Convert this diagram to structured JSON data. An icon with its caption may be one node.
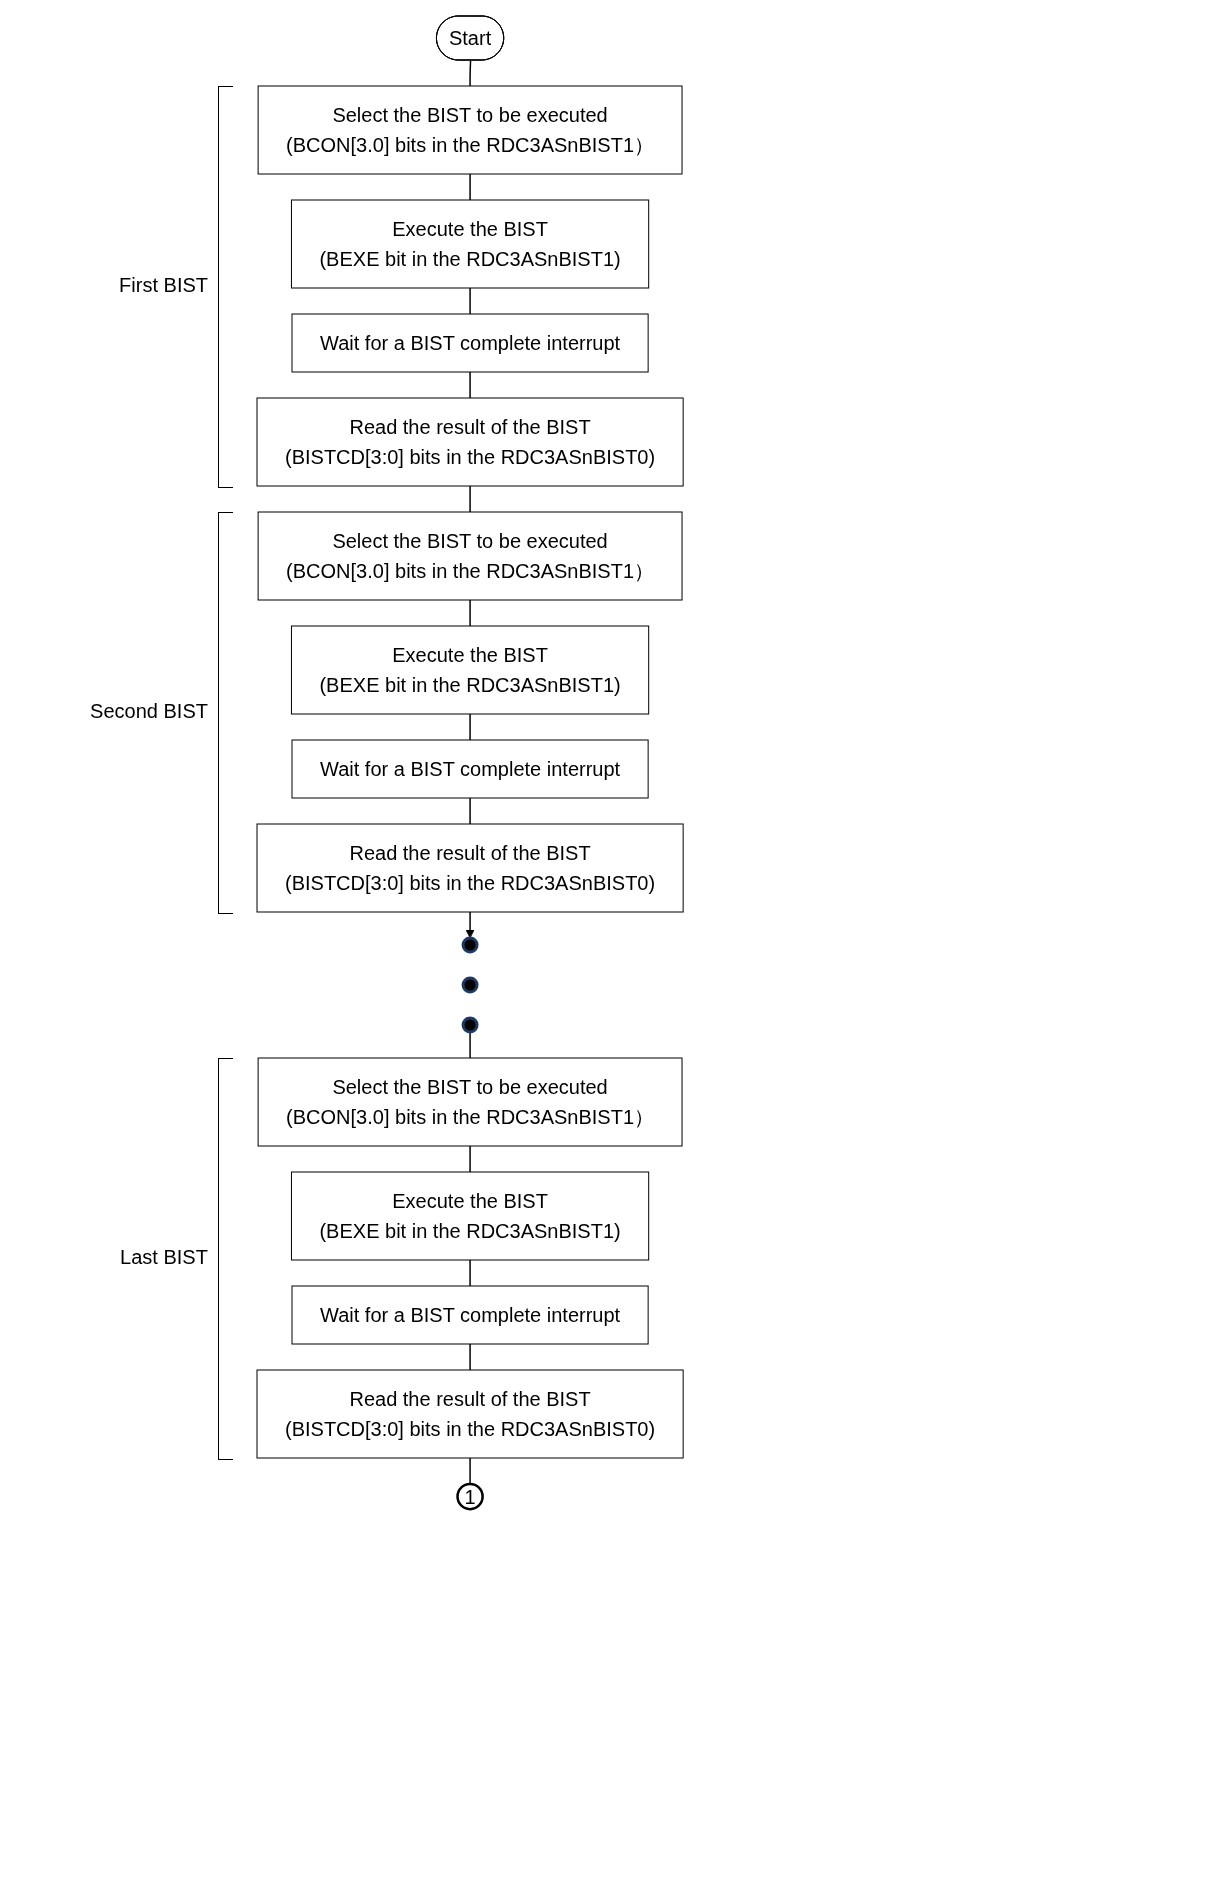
{
  "diagram": {
    "nodes": [
      {
        "text": [
          "Start"
        ]
      },
      {
        "text": [
          "Select the BIST to be executed",
          "(BCON[3.0] bits in the RDC3ASnBIST1）"
        ]
      },
      {
        "text": [
          "Execute the BIST",
          "(BEXE bit in the RDC3ASnBIST1)"
        ]
      },
      {
        "text": [
          "Wait for a BIST complete interrupt"
        ]
      },
      {
        "text": [
          "Read the result of the BIST",
          "(BISTCD[3:0] bits in the RDC3ASnBIST0)"
        ]
      },
      {
        "text": [
          "Select the BIST to be executed",
          "(BCON[3.0] bits in the RDC3ASnBIST1）"
        ]
      },
      {
        "text": [
          "Execute the BIST",
          "(BEXE bit in the RDC3ASnBIST1)"
        ]
      },
      {
        "text": [
          "Wait for a BIST complete interrupt"
        ]
      },
      {
        "text": [
          "Read the result of the BIST",
          "(BISTCD[3:0] bits in the RDC3ASnBIST0)"
        ]
      },
      {
        "text": [],
        "shape": "circle"
      },
      {
        "text": [],
        "shape": "circle"
      },
      {
        "text": [],
        "shape": "circle"
      },
      {
        "text": [
          "Select the BIST to be executed",
          "(BCON[3.0] bits in the RDC3ASnBIST1）"
        ]
      },
      {
        "text": [
          "Execute the BIST",
          "(BEXE bit in the RDC3ASnBIST1)"
        ]
      },
      {
        "text": [
          "Wait for a BIST complete interrupt"
        ]
      },
      {
        "text": [
          "Read the result of the BIST",
          "(BISTCD[3:0] bits in the RDC3ASnBIST0)"
        ]
      },
      {
        "text": [
          "1"
        ]
      }
    ],
    "edges": [
      {
        "from": 0,
        "to": 1,
        "arrow": "none"
      },
      {
        "from": 1,
        "to": 2,
        "arrow": "none"
      },
      {
        "from": 2,
        "to": 3,
        "arrow": "none"
      },
      {
        "from": 3,
        "to": 4,
        "arrow": "none"
      },
      {
        "from": 4,
        "to": 5,
        "arrow": "none"
      },
      {
        "from": 5,
        "to": 6,
        "arrow": "none"
      },
      {
        "from": 6,
        "to": 7,
        "arrow": "none"
      },
      {
        "from": 7,
        "to": 8,
        "arrow": "none"
      },
      {
        "from": 8,
        "to": 9,
        "arrow": "to"
      },
      {
        "from": 11,
        "to": 12,
        "arrow": "none"
      },
      {
        "from": 12,
        "to": 13,
        "arrow": "none"
      },
      {
        "from": 13,
        "to": 14,
        "arrow": "none"
      },
      {
        "from": 14,
        "to": 15,
        "arrow": "none"
      },
      {
        "from": 15,
        "to": 16,
        "arrow": "none"
      }
    ],
    "labels": [
      "First BIST",
      "Second BIST",
      "Last BIST"
    ]
  }
}
